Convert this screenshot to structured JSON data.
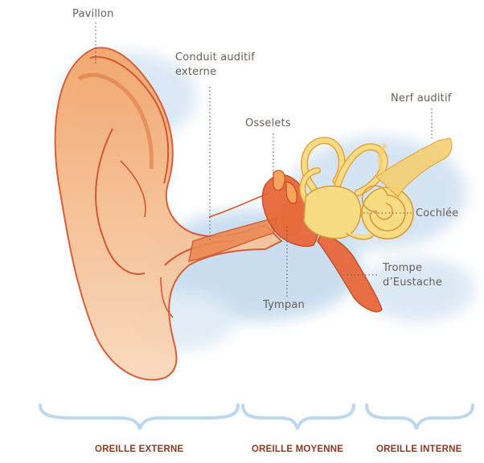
{
  "labels": {
    "pavillon": "Pavillon",
    "conduit_line1": "Conduit auditif",
    "conduit_line2": "externe",
    "nerf": "Nerf auditif",
    "osselets": "Osselets",
    "cochlee": "Cochlée",
    "trompe_line1": "Trompe",
    "trompe_line2": "d’Eustache",
    "tympan": "Tympan"
  },
  "sections": {
    "externe": "OREILLE EXTERNE",
    "moyenne": "OREILLE MOYENNE",
    "interne": "OREILLE INTERNE"
  },
  "colors": {
    "ear": "#f0a66c",
    "ear_outline": "#d4582f",
    "middle_ear": "#e8683a",
    "cochlea": "#f7dc84",
    "watercolor": "#bcd6ec",
    "bracket": "#bcd8ef",
    "label_text": "#6b5e57",
    "section_text": "#8a3a22"
  }
}
